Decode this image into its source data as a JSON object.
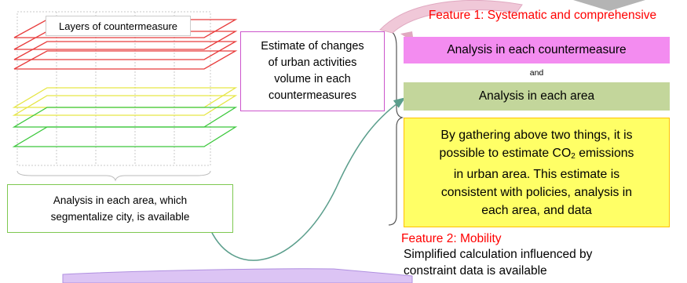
{
  "layers_caption": "Layers of countermeasure",
  "estimate_box": {
    "lines": [
      "Estimate of changes",
      "of urban activities",
      "volume in each",
      "countermeasures"
    ]
  },
  "area_note": {
    "lines": [
      "Analysis in each area, which",
      "segmentalize city, is available"
    ]
  },
  "feature1": {
    "title": "Feature 1: Systematic and comprehensive",
    "analysis_countermeasure": "Analysis in each countermeasure",
    "and": "and",
    "analysis_area": "Analysis in each area",
    "summary": {
      "line1": "By  gathering above two things, it is",
      "line2_prefix": "possible to estimate CO",
      "line2_sub": "2",
      "line2_suffix": " emissions",
      "line3": "in urban area. This estimate is",
      "line4": "consistent with policies, analysis in",
      "line5": "each area, and data"
    }
  },
  "feature2": {
    "title": "Feature 2: Mobility",
    "lines": [
      "Simplified calculation influenced by",
      "constraint data is available"
    ]
  },
  "colors": {
    "red_layer": "#e83c3c",
    "yellow_layer": "#e6e646",
    "green_layer": "#3cc83c",
    "feature_title": "#ff0000",
    "countermeasure_fill": "#f38cf0",
    "area_fill": "#c3d69b",
    "summary_fill": "#ffff66",
    "summary_border": "#ffc000",
    "arrow": "#5b9e8c",
    "big_arrow": "#dcc4f4"
  }
}
